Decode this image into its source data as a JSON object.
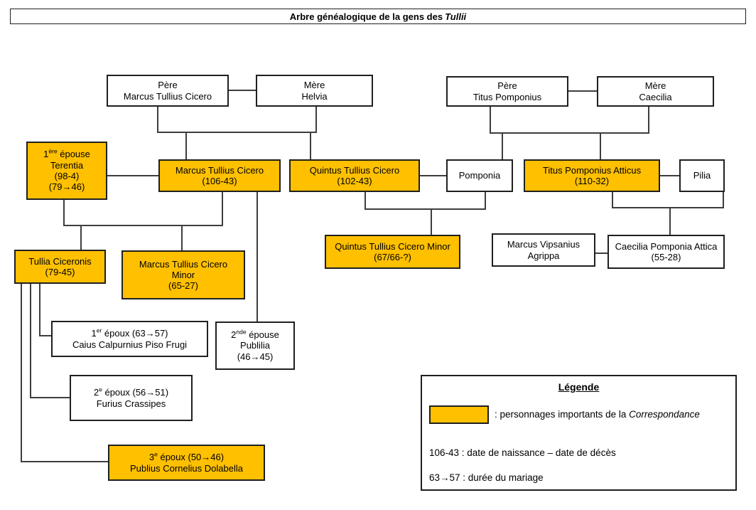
{
  "title": {
    "prefix": "Arbre généalogique de la gens des",
    "emph": "Tullii"
  },
  "tree": {
    "pere_cicero": {
      "line1": "Père",
      "line2": "Marcus Tullius Cicero"
    },
    "mere_helvia": {
      "line1": "Mère",
      "line2": "Helvia"
    },
    "pere_pomponius": {
      "line1": "Père",
      "line2": "Titus Pomponius"
    },
    "mere_caecilia": {
      "line1": "Mère",
      "line2": "Caecilia"
    },
    "terentia": {
      "num": "1",
      "sup": "ère",
      "rest": " épouse",
      "line2": "Terentia",
      "line3": "(98-4)",
      "line4": "(79→46)"
    },
    "mtc": {
      "line1": "Marcus Tullius Cicero",
      "line2": "(106-43)"
    },
    "quintus": {
      "line1": "Quintus Tullius Cicero",
      "line2": "(102-43)"
    },
    "pomponia": {
      "line1": "Pomponia"
    },
    "atticus": {
      "line1": "Titus Pomponius Atticus",
      "line2": "(110-32)"
    },
    "pilia": {
      "line1": "Pilia"
    },
    "tullia": {
      "line1": "Tullia Ciceronis",
      "line2": "(79-45)"
    },
    "mtc_minor": {
      "line1": "Marcus Tullius Cicero",
      "line2": "Minor",
      "line3": "(65-27)"
    },
    "qtc_minor": {
      "line1": "Quintus Tullius Cicero Minor",
      "line2": "(67/66-?)"
    },
    "agrippa": {
      "line1": "Marcus Vipsanius",
      "line2": "Agrippa"
    },
    "caecilia_attica": {
      "line1": "Caecilia Pomponia Attica",
      "line2": "(55-28)"
    },
    "epoux1": {
      "num": "1",
      "sup": "er",
      "rest": " époux (63→57)",
      "line2": "Caius Calpurnius Piso Frugi"
    },
    "publilia": {
      "num": "2",
      "sup": "nde",
      "rest": " épouse",
      "line2": "Publilia",
      "line3": "(46→45)"
    },
    "epoux2": {
      "num": "2",
      "sup": "e",
      "rest": " époux (56→51)",
      "line2": "Furius Crassipes"
    },
    "epoux3": {
      "num": "3",
      "sup": "e",
      "rest": " époux (50→46)",
      "line2": "Publius Cornelius Dolabella"
    }
  },
  "legend": {
    "title": "Légende",
    "swatch_meaning_prefix": ": personnages importants de la ",
    "swatch_meaning_emph": "Correspondance",
    "note1": "106-43 : date de naissance – date de décès",
    "note2": "63→57 : durée du mariage"
  },
  "colors": {
    "highlight": "#FFC000",
    "line": "#3d3d3d",
    "border": "#1f1f1f"
  }
}
